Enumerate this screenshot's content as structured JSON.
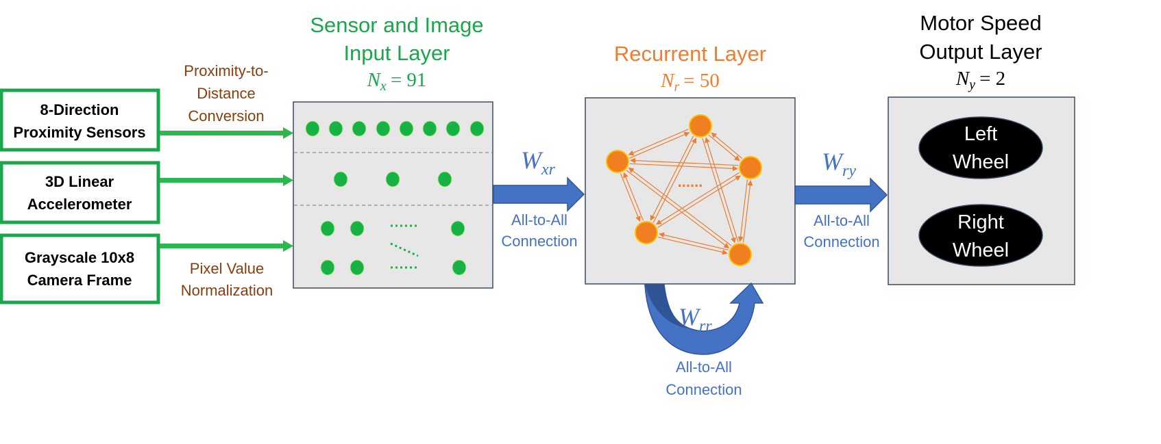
{
  "colors": {
    "green": "#1ca64c",
    "green_dot": "#16b246",
    "brown": "#8a3d0c",
    "orange": "#ed7d31",
    "orange_node": "#f07f22",
    "node_stroke": "#ffc000",
    "blue": "#4472c4",
    "blue_dark": "#2f5597",
    "panel_fill": "#e7e7e7",
    "panel_stroke": "#3b4a5e"
  },
  "inputs": [
    {
      "line1": "8-Direction",
      "line2": "Proximity Sensors"
    },
    {
      "line1": "3D Linear",
      "line2": "Accelerometer"
    },
    {
      "line1": "Grayscale 10x8",
      "line2": "Camera Frame"
    }
  ],
  "preprocess": {
    "top": [
      "Proximity-to-",
      "Distance",
      "Conversion"
    ],
    "bottom": [
      "Pixel Value",
      "Normalization"
    ]
  },
  "input_layer": {
    "title1": "Sensor and Image",
    "title2": "Input Layer",
    "n_sym": "N",
    "n_sub": "x",
    "n_eq": "= 91"
  },
  "recurrent_layer": {
    "title": "Recurrent Layer",
    "n_sym": "N",
    "n_sub": "r",
    "n_eq": "= 50",
    "ellipsis": "......"
  },
  "output_layer": {
    "title1": "Motor Speed",
    "title2": "Output Layer",
    "n_sym": "N",
    "n_sub": "y",
    "n_eq": "= 2",
    "outputs": [
      {
        "line1": "Left",
        "line2": "Wheel"
      },
      {
        "line1": "Right",
        "line2": "Wheel"
      }
    ]
  },
  "weights": {
    "xr": {
      "sym": "W",
      "sub": "xr"
    },
    "ry": {
      "sym": "W",
      "sub": "ry"
    },
    "rr": {
      "sym": "W",
      "sub": "rr"
    }
  },
  "connection": {
    "line1": "All-to-All",
    "line2": "Connection"
  }
}
